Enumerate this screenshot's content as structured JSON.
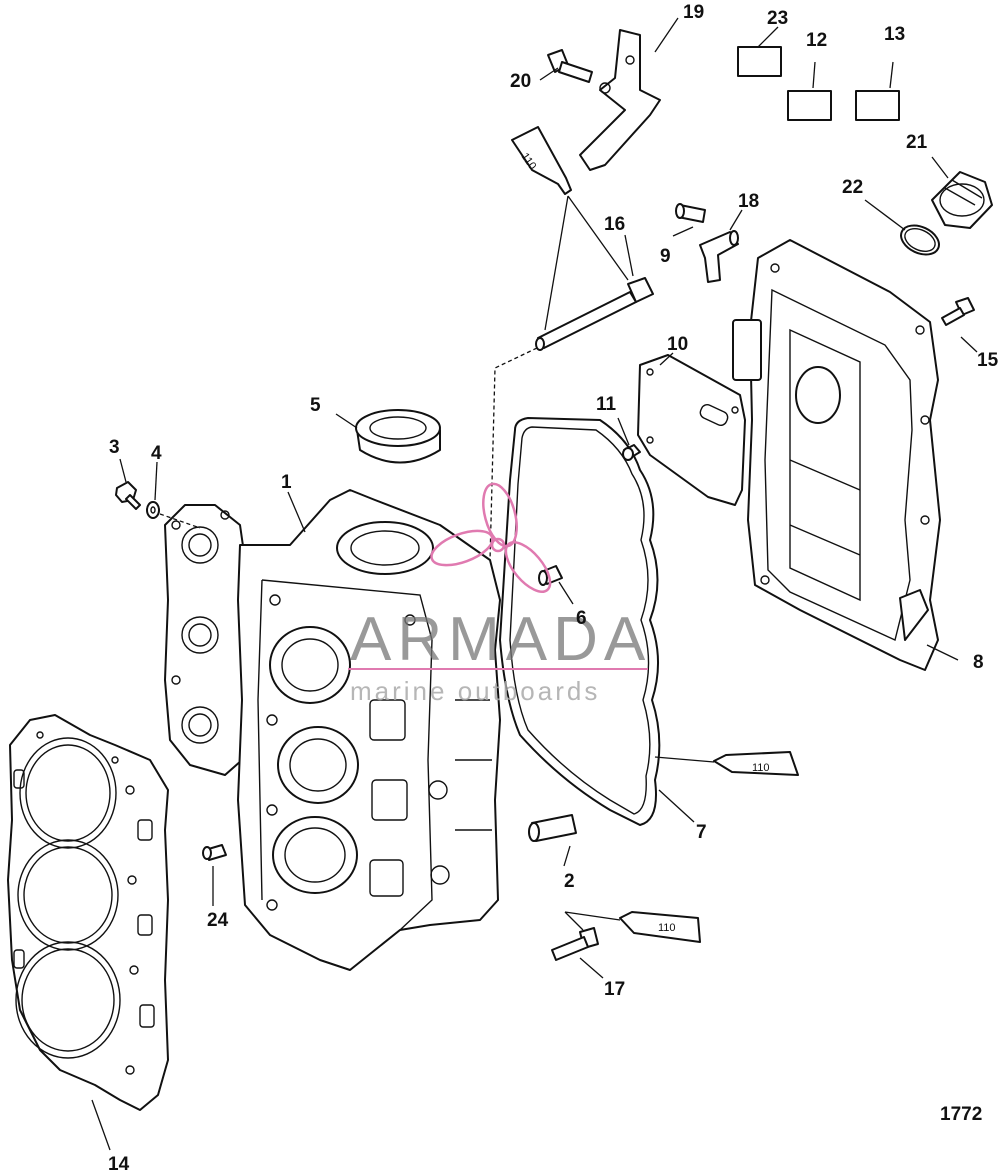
{
  "figure_number": "1772",
  "watermark": {
    "brand": "ARMADA",
    "tagline": "marine outboards",
    "accent_color": "#e07ab0"
  },
  "callouts": {
    "c1": "1",
    "c2": "2",
    "c3": "3",
    "c4": "4",
    "c5": "5",
    "c6": "6",
    "c7": "7",
    "c8": "8",
    "c9": "9",
    "c10": "10",
    "c11": "11",
    "c12": "12",
    "c13": "13",
    "c14": "14",
    "c15": "15",
    "c16": "16",
    "c17": "17",
    "c18": "18",
    "c19": "19",
    "c20": "20",
    "c21": "21",
    "c22": "22",
    "c23": "23",
    "c24": "24"
  },
  "sealant_tube_label": "110"
}
